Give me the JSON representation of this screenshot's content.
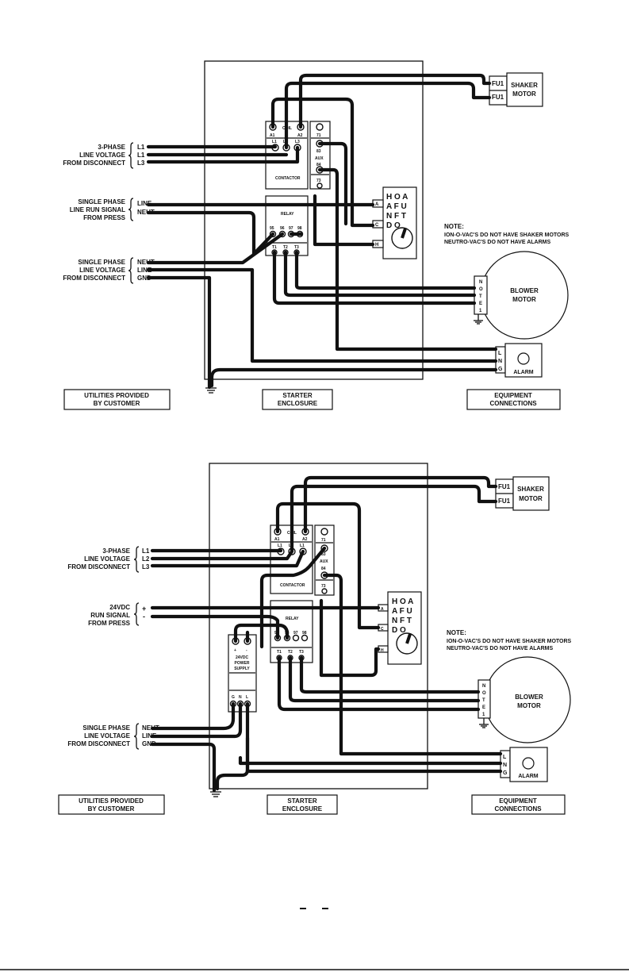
{
  "diagram1": {
    "source_label": [
      "3-PHASE",
      "LINE VOLTAGE",
      "FROM DISCONNECT"
    ],
    "source_terms": [
      "L1",
      "L1",
      "L3"
    ],
    "signal_label": [
      "SINGLE PHASE",
      "LINE RUN SIGNAL",
      "FROM PRESS"
    ],
    "signal_terms": [
      "LINE",
      "NEUT"
    ],
    "supply_label": [
      "SINGLE PHASE",
      "LINE VOLTAGE",
      "FROM DISCONNECT"
    ],
    "supply_terms": [
      "NEUT",
      "LINE",
      "GND"
    ],
    "contactor": {
      "coil": "COIL",
      "a1": "A1",
      "a2": "A2",
      "lines": [
        "L1",
        "L2",
        "L3"
      ],
      "name": "CONTACTOR"
    },
    "aux": {
      "t1": "71",
      "n83": "83",
      "name": "AUX",
      "n84": "84",
      "t3": "73"
    },
    "relay": {
      "name": "RELAY",
      "pins": [
        "95",
        "96",
        "97",
        "98"
      ],
      "outs": [
        "T1",
        "T2",
        "T3"
      ]
    },
    "hoa": {
      "rows": [
        "H O A",
        "A F U",
        "N F T",
        "D O"
      ],
      "terms": [
        "A",
        "C",
        "H"
      ]
    },
    "shaker": {
      "fuses": [
        "FU1",
        "FU1"
      ],
      "name": [
        "SHAKER",
        "MOTOR"
      ]
    },
    "note": [
      "NOTE:",
      "ION-O-VAC'S DO NOT HAVE SHAKER MOTORS",
      "NEUTRO-VAC'S DO NOT HAVE ALARMS"
    ],
    "blower": {
      "name": [
        "BLOWER",
        "MOTOR"
      ],
      "note": [
        "N",
        "O",
        "T",
        "E",
        "1"
      ]
    },
    "alarm": {
      "terms": [
        "L",
        "N",
        "G"
      ],
      "name": "ALARM"
    },
    "footer": {
      "utilities": [
        "UTILITIES PROVIDED",
        "BY CUSTOMER"
      ],
      "starter": [
        "STARTER",
        "ENCLOSURE"
      ],
      "equipment": [
        "EQUIPMENT",
        "CONNECTIONS"
      ]
    }
  },
  "diagram2": {
    "source_label": [
      "3-PHASE",
      "LINE VOLTAGE",
      "FROM DISCONNECT"
    ],
    "source_terms": [
      "L1",
      "L2",
      "L3"
    ],
    "signal_label": [
      "24VDC",
      "RUN SIGNAL",
      "FROM PRESS"
    ],
    "signal_terms": [
      "+",
      "-"
    ],
    "supply_label": [
      "SINGLE PHASE",
      "LINE VOLTAGE",
      "FROM DISCONNECT"
    ],
    "supply_terms": [
      "NEUT",
      "LINE",
      "GND"
    ],
    "contactor": {
      "coil": "COIL",
      "a1": "A1",
      "a2": "A2",
      "lines": [
        "L1",
        "L2",
        "L1"
      ],
      "name": "CONTACTOR"
    },
    "aux": {
      "t1": "71",
      "n83": "83",
      "name": "AUX",
      "n84": "84",
      "t3": "73"
    },
    "relay": {
      "name": "RELAY",
      "pins": [
        "95",
        "96",
        "97",
        "98"
      ],
      "outs": [
        "T1",
        "T2",
        "T3"
      ]
    },
    "psu": {
      "pins": [
        "+",
        "-"
      ],
      "name": [
        "24VDC",
        "POWER",
        "SUPPLY"
      ],
      "terms": [
        "G",
        "N",
        "L"
      ]
    },
    "hoa": {
      "rows": [
        "H O A",
        "A F U",
        "N F T",
        "D O"
      ],
      "terms": [
        "A",
        "C",
        "H"
      ]
    },
    "shaker": {
      "fuses": [
        "FU1",
        "FU1"
      ],
      "name": [
        "SHAKER",
        "MOTOR"
      ]
    },
    "note": [
      "NOTE:",
      "ION-O-VAC'S DO NOT HAVE SHAKER MOTORS",
      "NEUTRO-VAC'S DO NOT HAVE ALARMS"
    ],
    "blower": {
      "name": [
        "BLOWER",
        "MOTOR"
      ],
      "note": [
        "N",
        "O",
        "T",
        "E",
        "1"
      ]
    },
    "alarm": {
      "terms": [
        "L",
        "N",
        "G"
      ],
      "name": "ALARM"
    },
    "footer": {
      "utilities": [
        "UTILITIES PROVIDED",
        "BY CUSTOMER"
      ],
      "starter": [
        "STARTER",
        "ENCLOSURE"
      ],
      "equipment": [
        "EQUIPMENT",
        "CONNECTIONS"
      ]
    }
  }
}
